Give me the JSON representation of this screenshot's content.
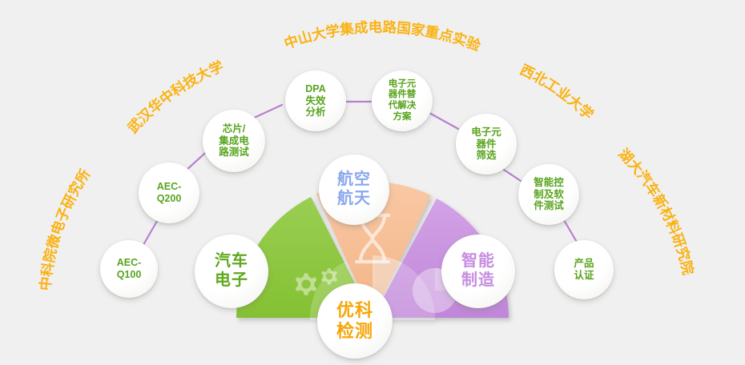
{
  "page": {
    "background_color": "#f0f0f0",
    "center_label": {
      "line1": "优科",
      "line2": "检测",
      "color": "#f5a609"
    }
  },
  "fan": {
    "segments": [
      {
        "key": "automotive-electronics",
        "label_line1": "汽车",
        "label_line2": "电子",
        "color": "#8cc63e",
        "text_color": "#5fa91f",
        "icon": "gears-icon"
      },
      {
        "key": "aerospace",
        "label_line1": "航空",
        "label_line2": "航天",
        "color": "#f6bd93",
        "text_color": "#8aa8ee",
        "icon": "hourglass-icon"
      },
      {
        "key": "smart-manufacturing",
        "label_line1": "智能",
        "label_line2": "制造",
        "color": "#c893de",
        "text_color": "#c68ce0",
        "icon": "pie-chart-icon"
      }
    ]
  },
  "capability_nodes": [
    {
      "key": "aec-q100",
      "lines": [
        "AEC-",
        "Q100"
      ]
    },
    {
      "key": "aec-q200",
      "lines": [
        "AEC-",
        "Q200"
      ]
    },
    {
      "key": "chip-ic-test",
      "lines": [
        "芯片/",
        "集成电",
        "路测试"
      ]
    },
    {
      "key": "dpa-failure-analysis",
      "lines": [
        "DPA",
        "失效",
        "分析"
      ]
    },
    {
      "key": "component-substitution",
      "lines": [
        "电子元",
        "器件替",
        "代解决",
        "方案"
      ]
    },
    {
      "key": "component-screening",
      "lines": [
        "电子元",
        "器件",
        "筛选"
      ]
    },
    {
      "key": "smart-control-software-test",
      "lines": [
        "智能控",
        "制及软",
        "件测试"
      ]
    },
    {
      "key": "product-certification",
      "lines": [
        "产品",
        "认证"
      ]
    }
  ],
  "institutes": [
    {
      "key": "cas-microelectronics",
      "label": "中科院微电子研究所"
    },
    {
      "key": "wuhan-hust",
      "label": "武汉华中科技大学"
    },
    {
      "key": "sysu-ic-lab",
      "label": "中山大学集成电路国家重点实验室"
    },
    {
      "key": "nwpu",
      "label": "西北工业大学"
    },
    {
      "key": "hnu-auto-materials",
      "label": "湖大汽车新材料研究院"
    }
  ],
  "colors": {
    "orange_label": "#fab213",
    "connector_purple": "#b97fd0",
    "green": "#8cc63e",
    "peach": "#f6bd93",
    "purple": "#c893de"
  }
}
